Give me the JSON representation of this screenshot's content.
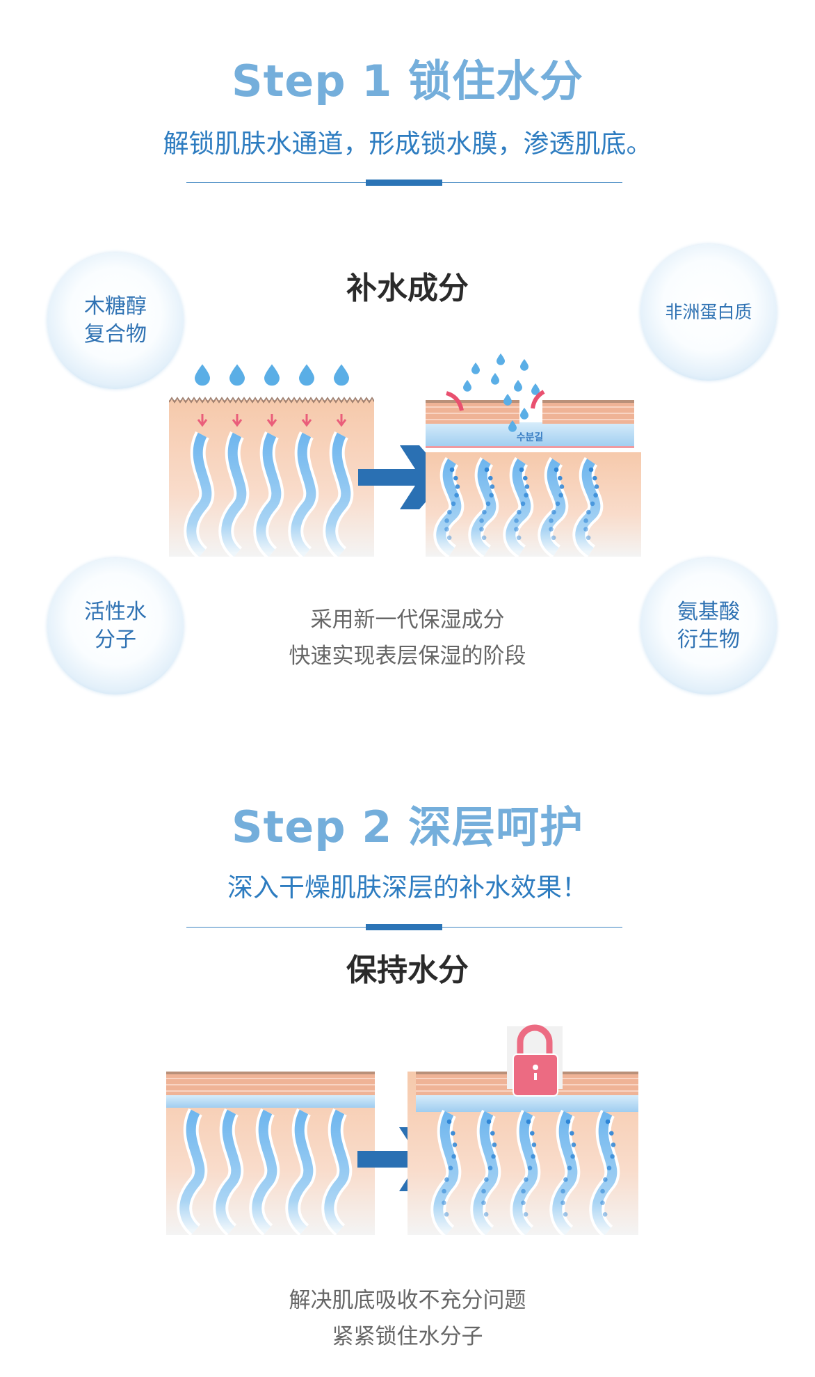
{
  "step1": {
    "title": "Step 1  锁住水分",
    "subtitle": "解锁肌肤水通道，形成锁水膜，渗透肌底。",
    "section_heading": "补水成分",
    "ingredients": [
      "木糖醇\n复合物",
      "非洲蛋白质",
      "活性水\n分子",
      "氨基酸\n衍生物"
    ],
    "diagram_label": "수분길",
    "description": [
      "采用新一代保湿成分",
      "快速实现表层保湿的阶段"
    ]
  },
  "step2": {
    "title": "Step 2  深层呵护",
    "subtitle": "深入干燥肌肤深层的补水效果！",
    "section_heading": "保持水分",
    "description": [
      "解决肌底吸收不充分问题",
      "紧紧锁住水分子"
    ]
  },
  "colors": {
    "title": "#74aedb",
    "subtitle": "#2d7cc0",
    "accent": "#2b74b6",
    "lock": "#ec6b82",
    "skin": "#f7cdb0"
  }
}
